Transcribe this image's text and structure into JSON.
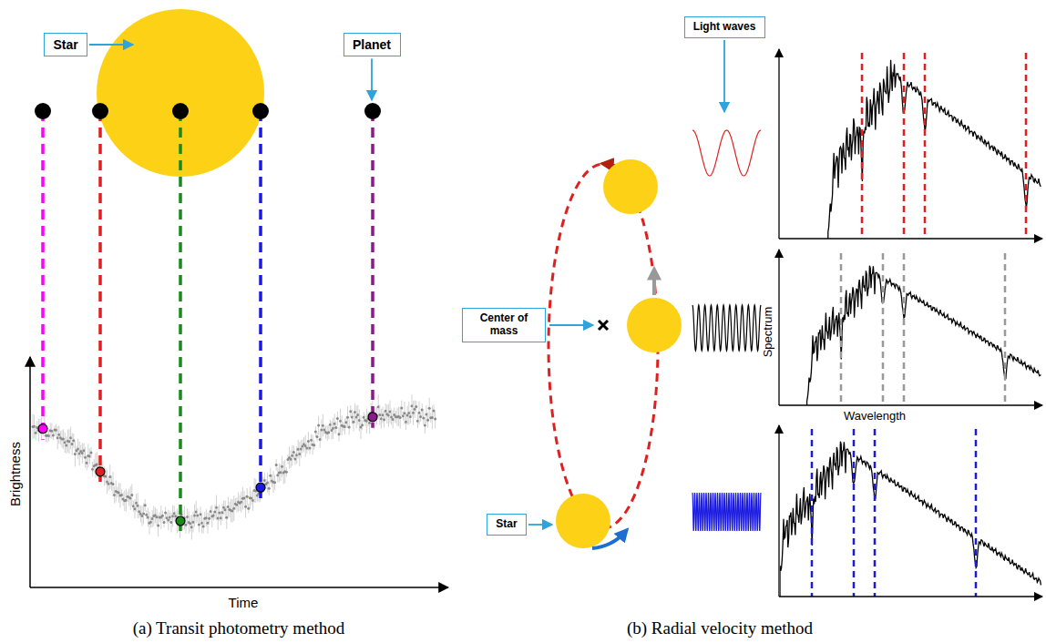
{
  "diagram": {
    "nodes": [
      {
        "text": [
          "Star"
        ]
      },
      {
        "text": [
          "Planet"
        ]
      },
      {
        "text": [
          "Light waves"
        ]
      },
      {
        "text": [
          "Center of mass"
        ]
      },
      {
        "text": [
          "Star"
        ]
      }
    ],
    "labels": [
      "Brightness",
      "Time",
      "(a) Transit photometry method",
      "Spectrum",
      "Wavelength",
      "(b) Radial velocity method"
    ]
  }
}
